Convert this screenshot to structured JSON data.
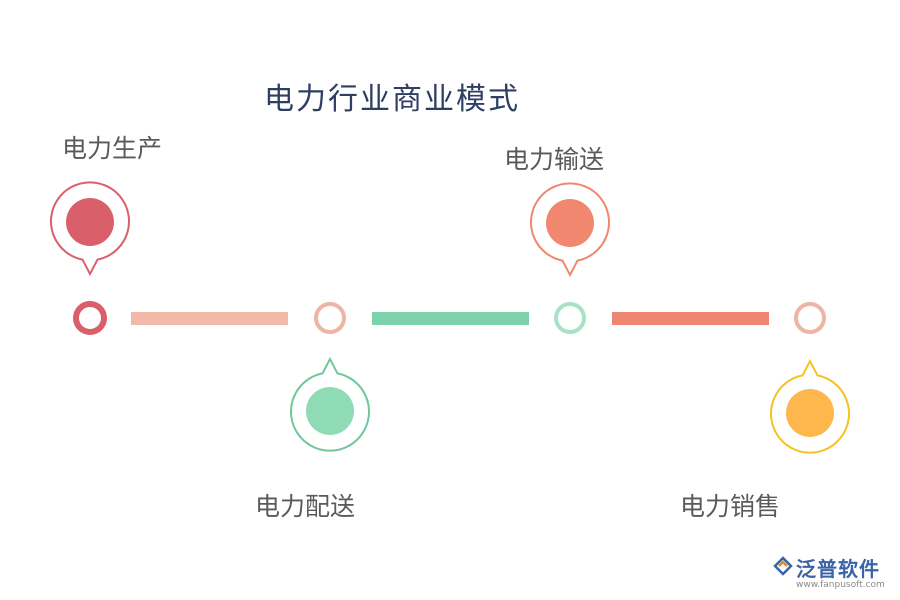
{
  "title": "电力行业商业模式",
  "stages": [
    {
      "label": "电力生产",
      "position": "above",
      "color": "#d9606a",
      "ring_color": "#d9606a",
      "pin_color": "#d9606a"
    },
    {
      "label": "电力配送",
      "position": "below",
      "color": "#8edbb6",
      "ring_color": "#efb4a4",
      "pin_color": "#6fc79a"
    },
    {
      "label": "电力输送",
      "position": "above",
      "color": "#f0876e",
      "ring_color": "#a8e2c6",
      "pin_color": "#f0876e"
    },
    {
      "label": "电力销售",
      "position": "below",
      "color": "#fdb74d",
      "ring_color": "#efb4a4",
      "pin_color": "#f5c31f"
    }
  ],
  "connectors": [
    {
      "color": "#f2b8a8"
    },
    {
      "color": "#7dd1ab"
    },
    {
      "color": "#ee8672"
    }
  ],
  "logo": {
    "name": "泛普软件",
    "url": "www.fanpusoft.com"
  }
}
